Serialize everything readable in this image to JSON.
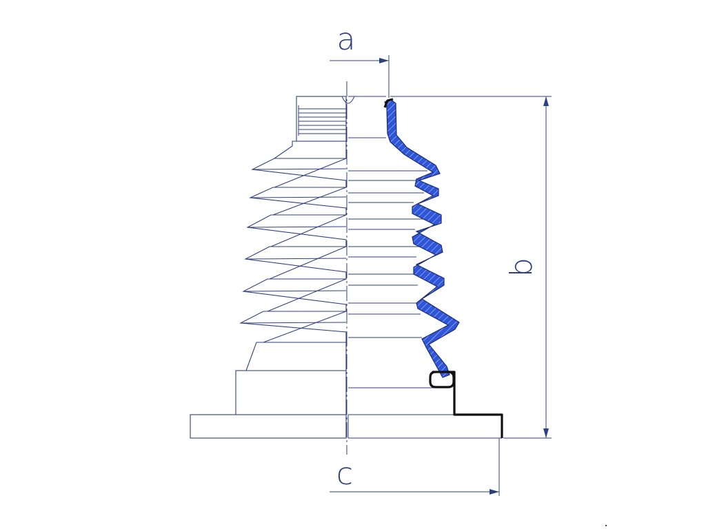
{
  "labels": {
    "a": "a",
    "b": "b",
    "c": "c"
  },
  "colors": {
    "line": "#2e3f80",
    "section_fill": "#2f55d8",
    "clamp": "#111111",
    "background": "#ffffff"
  }
}
